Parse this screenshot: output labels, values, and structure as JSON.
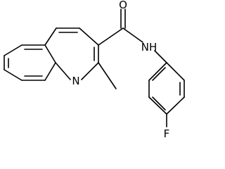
{
  "structure": {
    "atoms": {
      "oxygen": "O",
      "amide_nitrogen": "NH",
      "ring_nitrogen": "N",
      "fluorine": "F"
    }
  }
}
